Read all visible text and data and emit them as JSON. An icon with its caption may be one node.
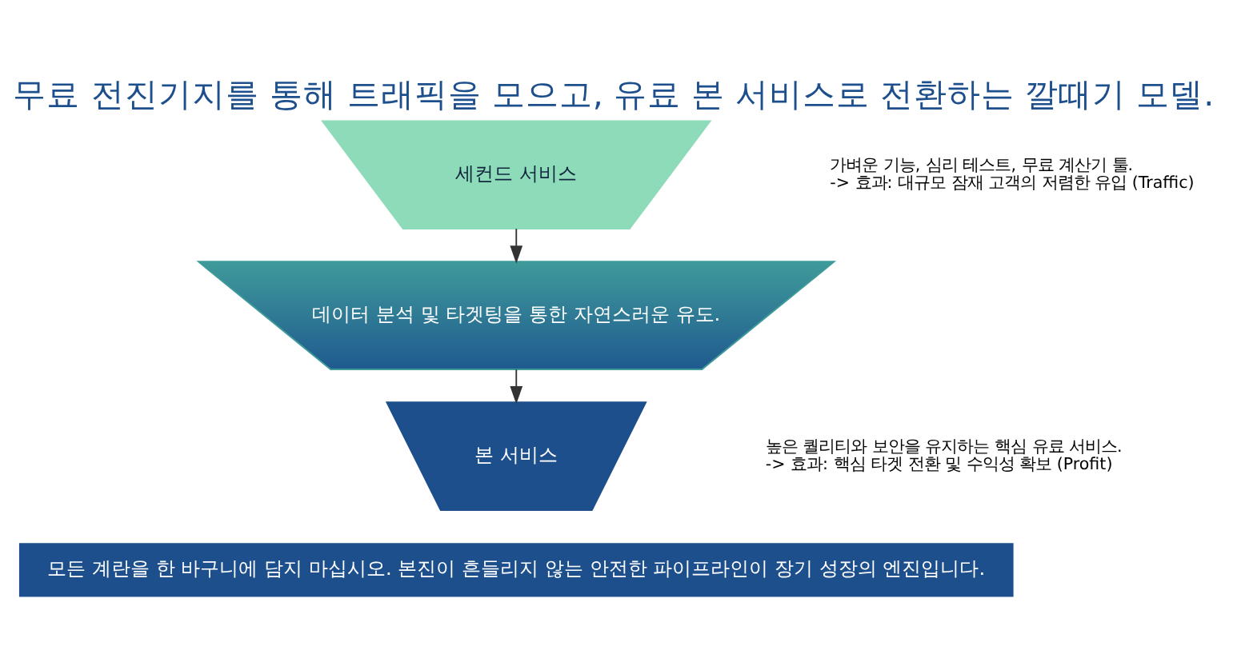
{
  "diagram": {
    "title": "무료 전진기지를 통해 트래픽을 모으고, 유료 본 서비스로 전환하는 깔때기 모델.",
    "caption": "모든 계란을 한 바구니에 담지 마십시오. 본진이 흔들리지 않는 안전한 파이프라인이 장기 성장의 엔진입니다.",
    "nodes": [
      {
        "text": [
          "세컨드 서비스"
        ],
        "beside": [
          "가벼운 기능, 심리 테스트, 무료 계산기 툴.",
          "-> 효과: 대규모 잠재 고객의 저렴한 유입 (Traffic)"
        ]
      },
      {
        "text": [
          "데이터 분석 및 타겟팅을 통한 자연스러운 유도."
        ]
      },
      {
        "text": [
          "본 서비스"
        ],
        "beside": [
          "높은 퀄리티와 보안을 유지하는 핵심 유료 서비스.",
          "-> 효과: 핵심 타겟 전환 및 수익성 확보 (Profit)"
        ]
      }
    ],
    "edges": [
      {
        "from": 0,
        "to": 1,
        "arrow": "to"
      },
      {
        "from": 1,
        "to": 2,
        "arrow": "to"
      }
    ]
  }
}
